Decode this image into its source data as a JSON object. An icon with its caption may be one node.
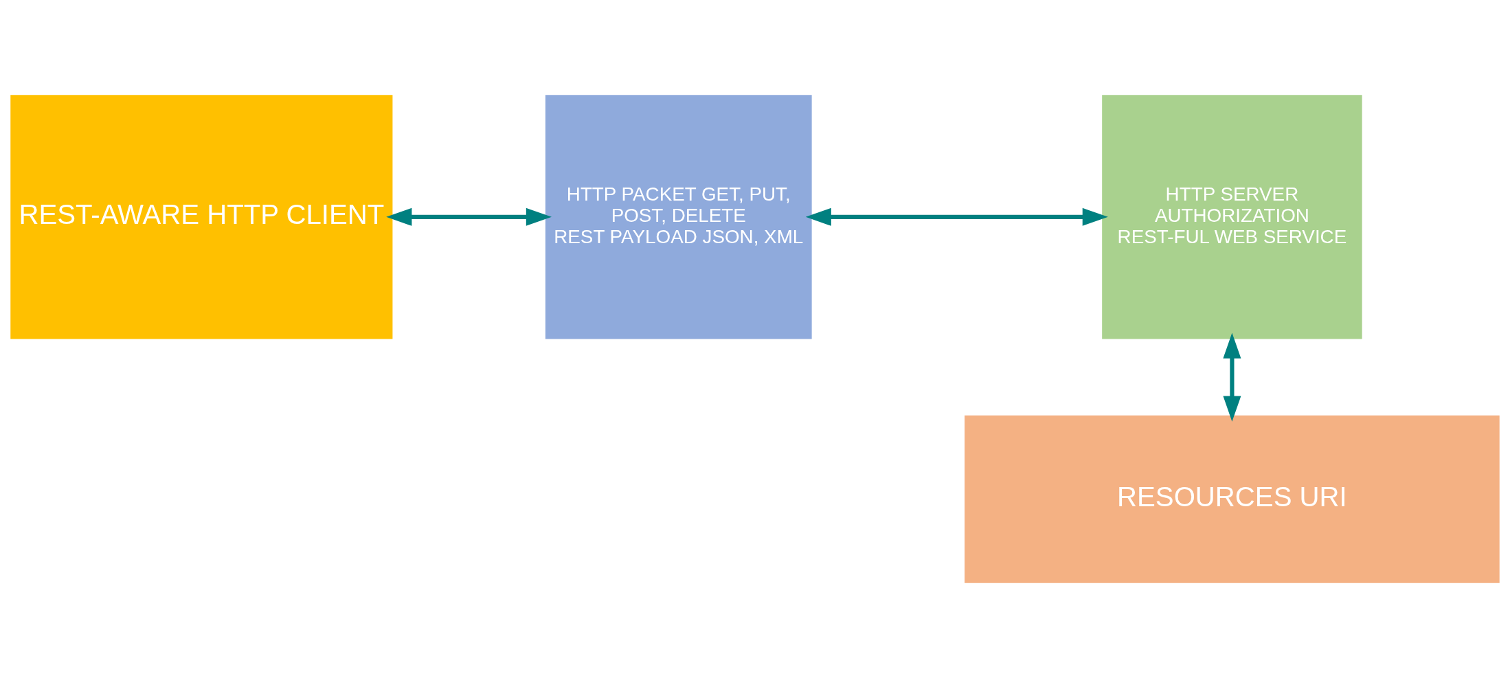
{
  "diagram": {
    "nodes": [
      {
        "text": [
          "REST-AWARE HTTP CLIENT"
        ]
      },
      {
        "text": [
          "HTTP PACKET GET, PUT, POST, DELETE",
          "REST PAYLOAD JSON, XML"
        ]
      },
      {
        "text": [
          "HTTP SERVER AUTHORIZATION",
          "REST-FUL WEB SERVICE"
        ]
      },
      {
        "text": [
          "RESOURCES URI"
        ]
      }
    ],
    "edges": [
      {
        "from": 0,
        "to": 1,
        "arrow": "both"
      },
      {
        "from": 1,
        "to": 2,
        "arrow": "both"
      },
      {
        "from": 2,
        "to": 3,
        "arrow": "both"
      }
    ]
  }
}
